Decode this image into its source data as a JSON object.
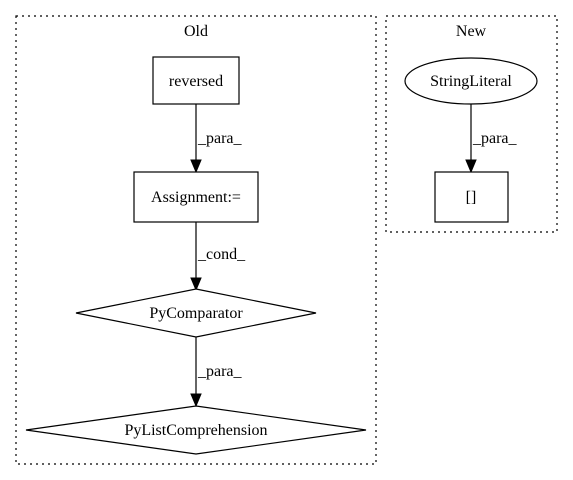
{
  "clusters": {
    "old": {
      "label": "Old"
    },
    "new": {
      "label": "New"
    }
  },
  "nodes": {
    "reversed": {
      "label": "reversed",
      "shape": "rectangle"
    },
    "assignment": {
      "label": "Assignment:=",
      "shape": "rectangle"
    },
    "py_comparator": {
      "label": "PyComparator",
      "shape": "diamond"
    },
    "py_list_comprehension": {
      "label": "PyListComprehension",
      "shape": "diamond"
    },
    "string_literal": {
      "label": "StringLiteral",
      "shape": "ellipse"
    },
    "subscript": {
      "label": "[]",
      "shape": "rectangle"
    }
  },
  "edges": {
    "reversed_to_assignment": {
      "from": "reversed",
      "to": "assignment",
      "label": "_para_"
    },
    "assignment_to_comparator": {
      "from": "assignment",
      "to": "py_comparator",
      "label": "_cond_"
    },
    "comparator_to_list_comp": {
      "from": "py_comparator",
      "to": "py_list_comprehension",
      "label": "_para_"
    },
    "string_literal_to_subscript": {
      "from": "string_literal",
      "to": "subscript",
      "label": "_para_"
    }
  }
}
